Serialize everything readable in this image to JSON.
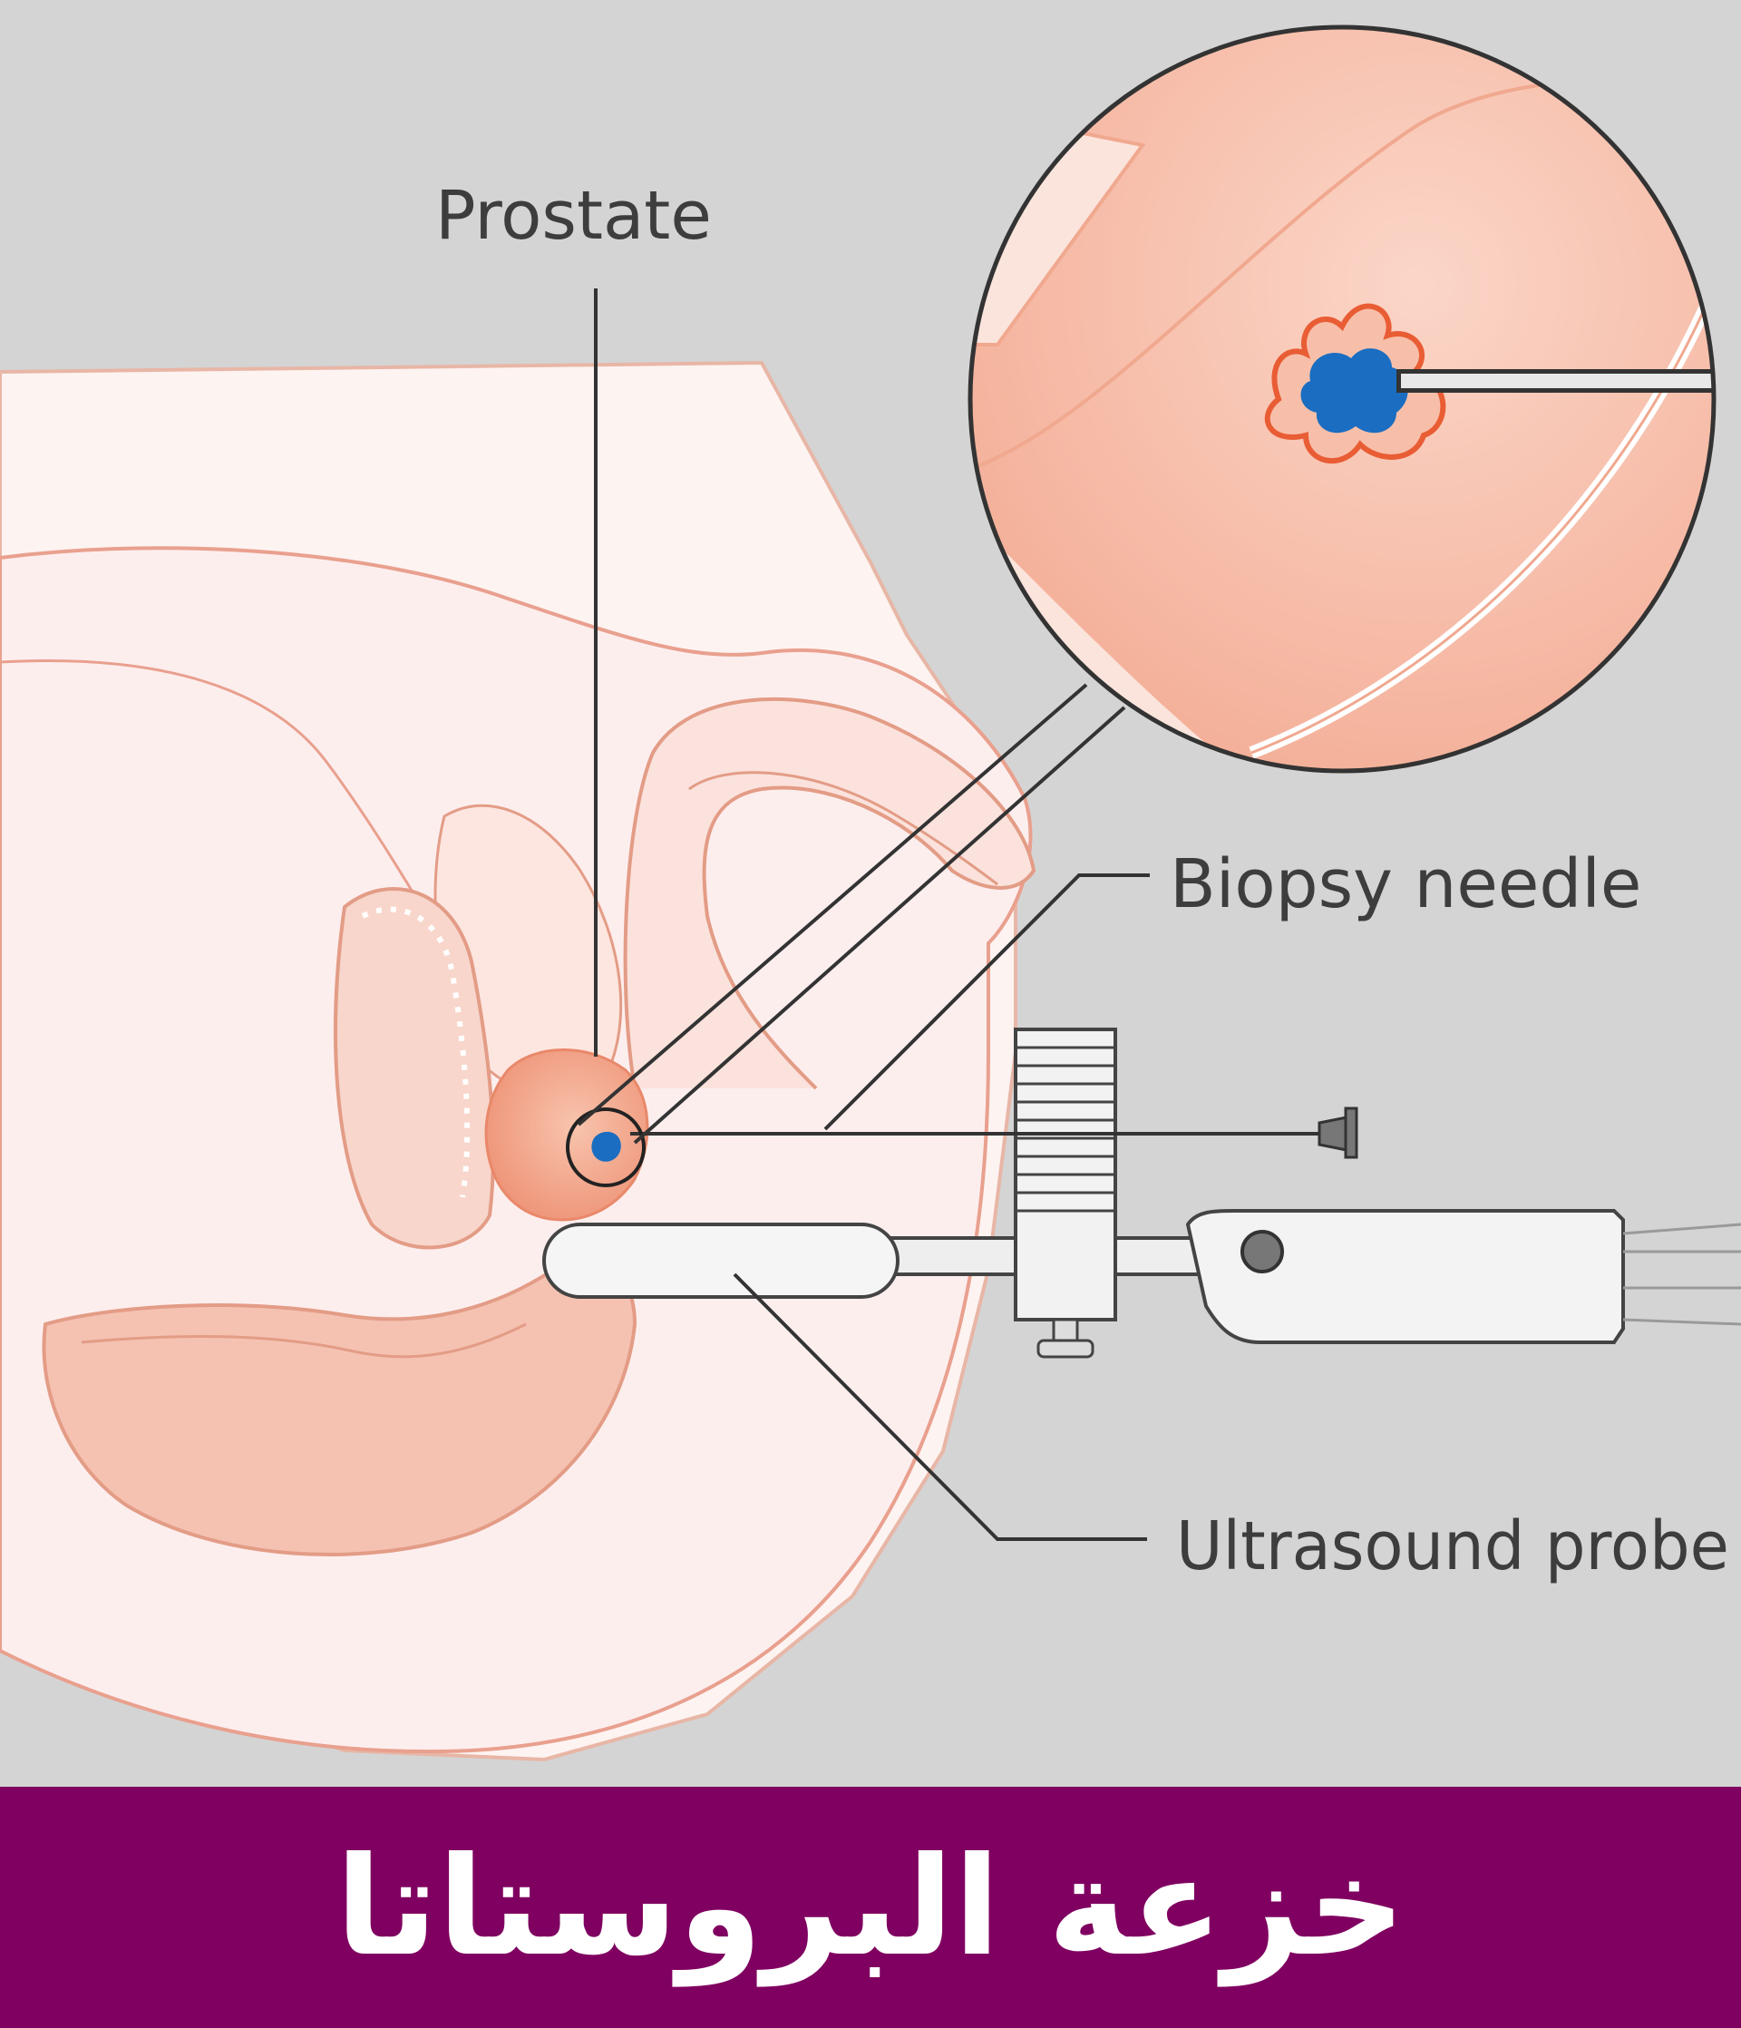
{
  "labels": {
    "prostate": "Prostate",
    "biopsy_needle": "Biopsy needle",
    "ultrasound_probe": "Ultrasound probe"
  },
  "banner": {
    "title": "خزعة البروستاتا"
  },
  "colors": {
    "background": "#d4d4d4",
    "banner": "#7f0060",
    "tissue_light": "#fdeeee",
    "tissue_outline": "#e9a08e",
    "prostate": "#f2a385",
    "lesion": "#1a6dc1",
    "label_text": "#3d3d3d"
  }
}
